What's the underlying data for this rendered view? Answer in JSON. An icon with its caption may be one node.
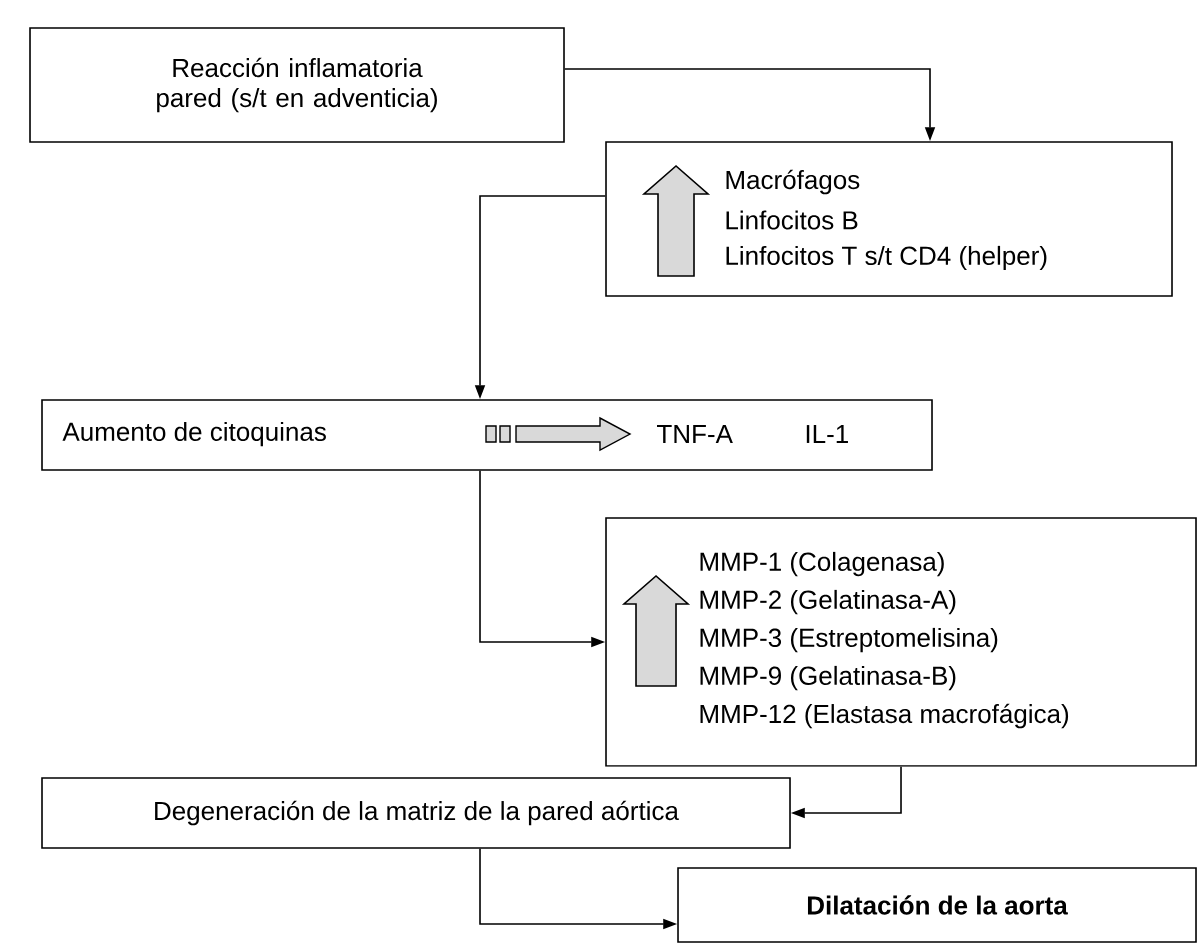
{
  "diagram": {
    "nodes": [
      {
        "text": [
          "Reacción inflamatoria pared (s/t en adventicia)"
        ]
      },
      {
        "text": [
          "Macrófagos",
          "Linfocitos B",
          "Linfocitos T s/t CD4 (helper)"
        ]
      },
      {
        "text": [
          "Aumento de citoquinas",
          "TNF-A",
          "IL-1"
        ]
      },
      {
        "text": [
          "MMP-1 (Colagenasa)",
          "MMP-2 (Gelatinasa-A)",
          "MMP-3 (Estreptomelisina)",
          "MMP-9 (Gelatinasa-B)",
          "MMP-12 (Elastasa macrofágica)"
        ]
      },
      {
        "text": [
          "Degeneración de la matriz de la pared aórtica"
        ]
      },
      {
        "text": [
          "Dilatación de la aorta"
        ]
      }
    ],
    "edges": [
      {
        "from": 0,
        "to": 1,
        "arrow": "to"
      },
      {
        "from": 1,
        "to": 2,
        "arrow": "to"
      },
      {
        "from": 2,
        "to": 3,
        "arrow": "to"
      },
      {
        "from": 3,
        "to": 4,
        "arrow": "to"
      },
      {
        "from": 4,
        "to": 5,
        "arrow": "to"
      }
    ]
  }
}
